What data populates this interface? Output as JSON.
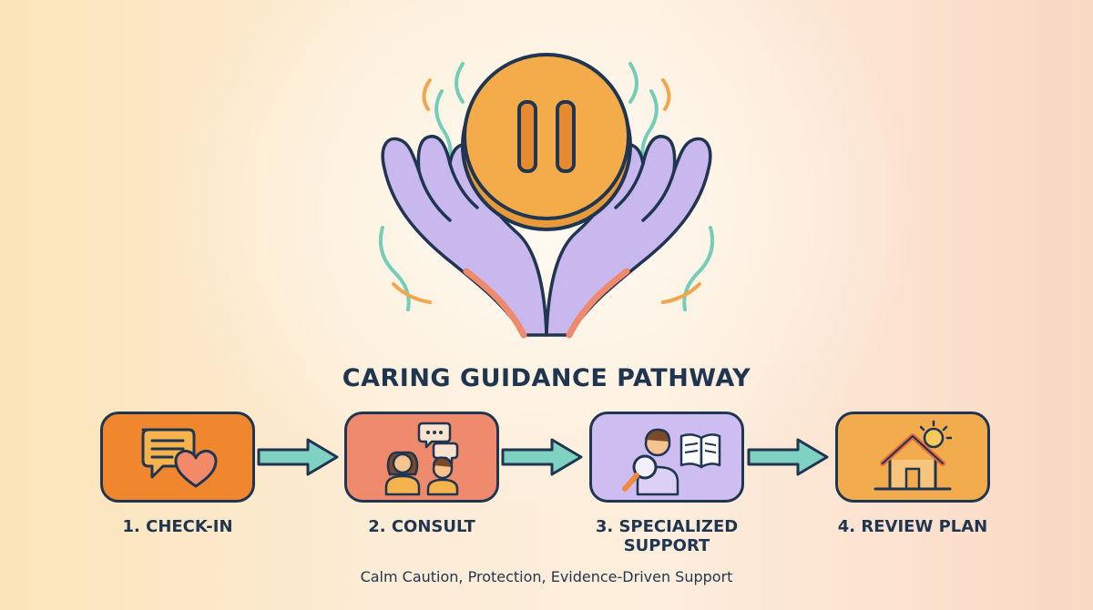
{
  "title": "CARING GUIDANCE PATHWAY",
  "hero": {
    "icon": "pause-coin-in-cupped-hands-icon"
  },
  "steps": [
    {
      "label": "1. CHECK-IN",
      "icon": "chat-heart-icon",
      "color": "#f0862e"
    },
    {
      "label": "2. CONSULT",
      "icon": "consultation-people-icon",
      "color": "#f08a6c"
    },
    {
      "label": "3. SPECIALIZED\nSUPPORT",
      "icon": "research-book-magnifier-icon",
      "color": "#cdbdf0"
    },
    {
      "label": "4. REVIEW PLAN",
      "icon": "home-sun-icon",
      "color": "#f2ac4e"
    }
  ],
  "footer": "Calm Caution, Protection, Evidence-Driven Support",
  "colors": {
    "outline": "#1f3550",
    "arrow": "#7fd1c1",
    "coin": "#f4ac4b",
    "hands": "#c9b8ee",
    "hand_edge": "#f08a6c",
    "squiggle_teal": "#74cdb9",
    "squiggle_orange": "#f3a64b"
  }
}
